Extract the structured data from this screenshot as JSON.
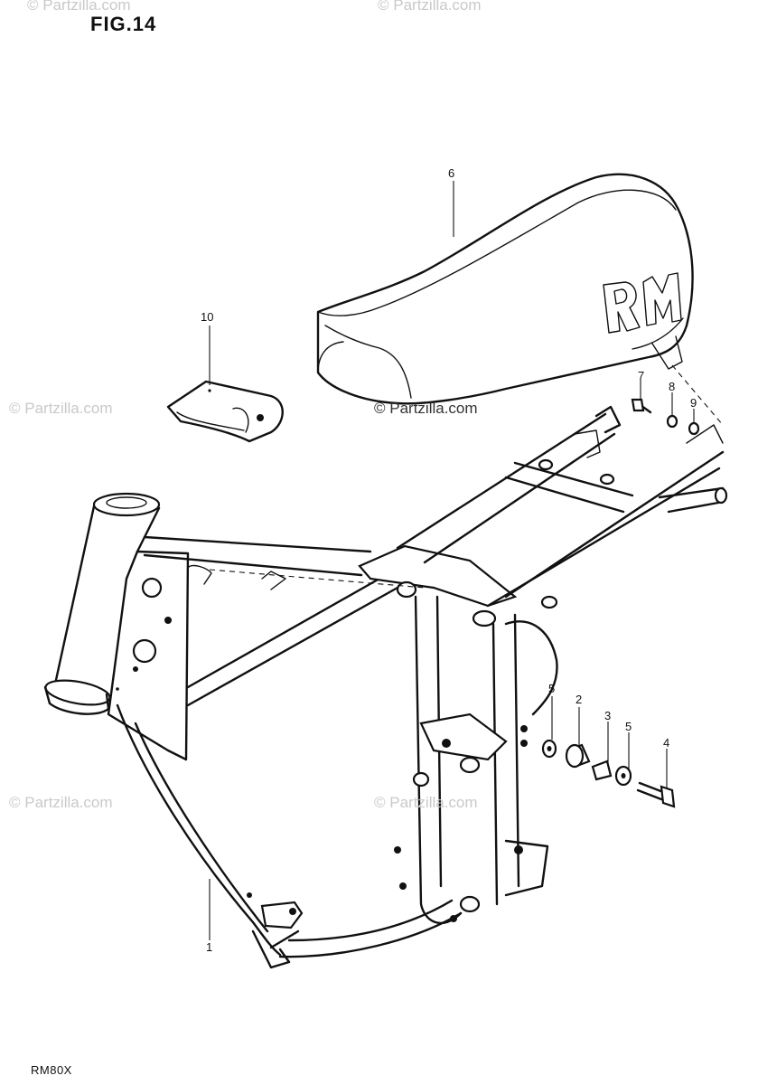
{
  "figure": {
    "title": "FIG.14",
    "model": "RM80X"
  },
  "callouts": {
    "c1": "1",
    "c2": "2",
    "c3": "3",
    "c4": "4",
    "c5a": "5",
    "c5b": "5",
    "c6": "6",
    "c7": "7",
    "c8": "8",
    "c9": "9",
    "c10": "10"
  },
  "watermark": {
    "center": "© Partzilla.com",
    "side": "© Partzilla.com",
    "top": "© Partzilla.com"
  },
  "seat_logo": "RM"
}
